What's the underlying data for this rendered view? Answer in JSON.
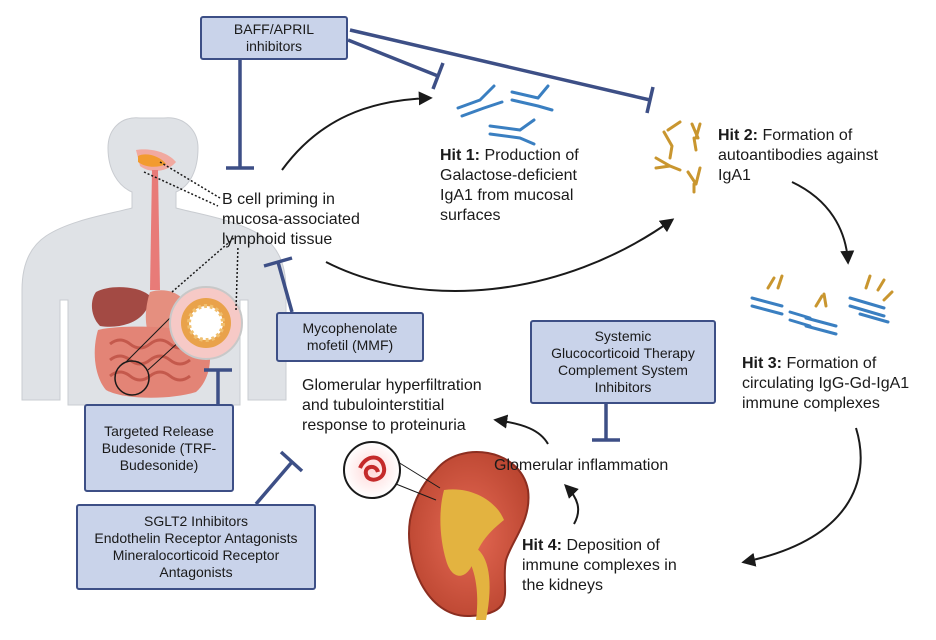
{
  "therapies": {
    "baff": [
      "BAFF/APRIL",
      "inhibitors"
    ],
    "mmf": [
      "Mycophenolate",
      "mofetil (MMF)"
    ],
    "trf": [
      "Targeted Release",
      "Budesonide (TRF-",
      "Budesonide)"
    ],
    "sglt2": [
      "SGLT2 Inhibitors",
      "Endothelin Receptor Antagonists",
      "Mineralocorticoid Receptor",
      "Antagonists"
    ],
    "gluco": [
      "Systemic",
      "Glucocorticoid Therapy",
      "Complement System",
      "Inhibitors"
    ]
  },
  "labels": {
    "bcell": [
      "B cell priming in",
      "mucosa-associated",
      "lymphoid tissue"
    ],
    "hit1": {
      "bold": "Hit 1:",
      "lines": [
        " Production of",
        "Galactose-deficient",
        "IgA1 from mucosal",
        "surfaces"
      ]
    },
    "hit2": {
      "bold": "Hit 2:",
      "lines": [
        " Formation of",
        "autoantibodies against",
        "IgA1"
      ]
    },
    "hit3": {
      "bold": "Hit 3:",
      "lines": [
        " Formation of",
        "circulating IgG-Gd-IgA1",
        "immune complexes"
      ]
    },
    "hit4": {
      "bold": "Hit 4:",
      "lines": [
        " Deposition of",
        "immune complexes in",
        "the kidneys"
      ]
    },
    "glom_inflam": "Glomerular inflammation",
    "hyperfiltration": [
      "Glomerular hyperfiltration",
      "and tubulointerstitial",
      "response to proteinuria"
    ]
  },
  "colors": {
    "inhibitor": "#3d4f86",
    "box_fill": "#c9d3ea",
    "igA": "#3a7fc1",
    "igG": "#c9962f",
    "arrow": "#1a1a1a"
  }
}
